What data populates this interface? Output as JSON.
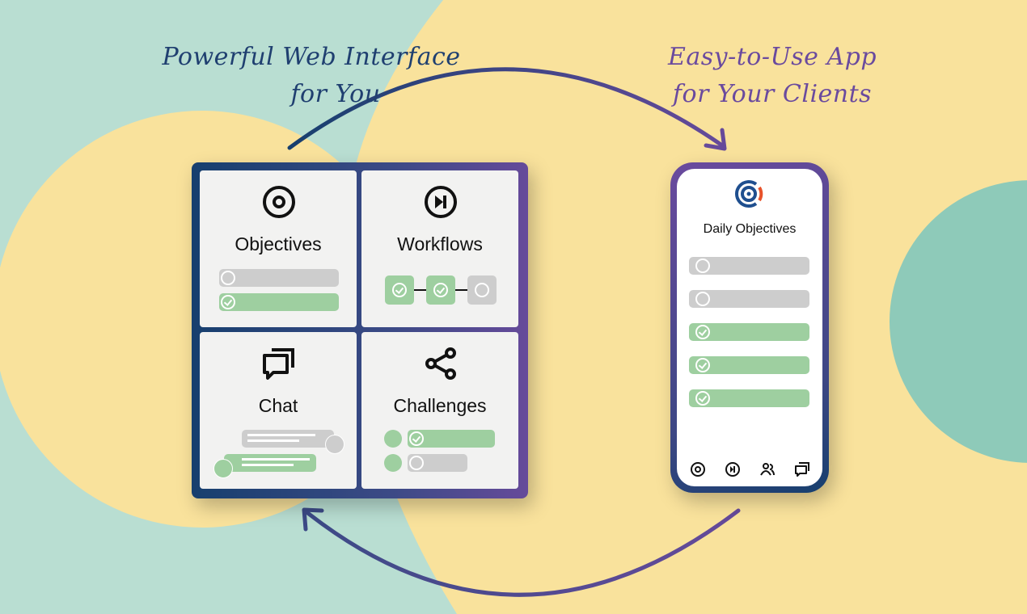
{
  "captions": {
    "web_line1": "Powerful Web Interface",
    "web_line2": "for You",
    "app_line1": "Easy-to-Use App",
    "app_line2": "for Your Clients"
  },
  "web_interface": {
    "tiles": [
      {
        "label": "Objectives",
        "icon": "target-icon"
      },
      {
        "label": "Workflows",
        "icon": "skip-forward-icon"
      },
      {
        "label": "Chat",
        "icon": "chat-bubbles-icon"
      },
      {
        "label": "Challenges",
        "icon": "share-icon"
      }
    ]
  },
  "mobile_app": {
    "logo": "logo-icon",
    "title": "Daily Objectives",
    "items": [
      {
        "done": false
      },
      {
        "done": false
      },
      {
        "done": true
      },
      {
        "done": true
      },
      {
        "done": true
      }
    ],
    "nav_icons": [
      "target-icon",
      "skip-forward-icon",
      "users-icon",
      "chat-bubbles-icon"
    ]
  },
  "colors": {
    "background_yellow": "#f9e29c",
    "teal_light": "#b9ded2",
    "teal": "#8ecab9",
    "navy": "#173f6e",
    "purple": "#664a9a",
    "done_green": "#9ecfa0",
    "todo_grey": "#cdcdcd"
  }
}
